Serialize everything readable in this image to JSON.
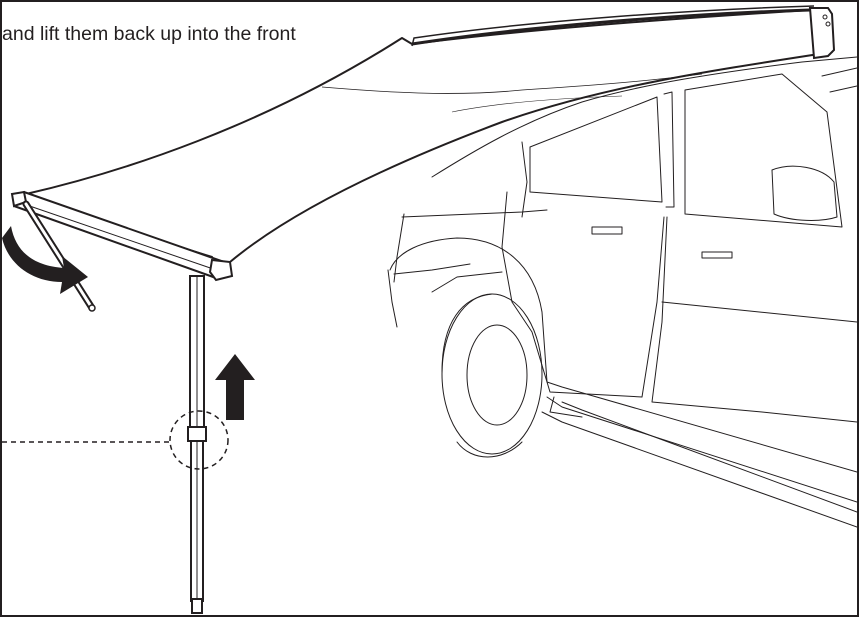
{
  "instruction": {
    "text": "and lift them back up into the front"
  },
  "illustration": {
    "subject": "vehicle awning",
    "line_color": "#231f20",
    "fill_color": "#ffffff",
    "arrow_icons": [
      "curved-arrow-icon",
      "up-arrow-icon"
    ],
    "detail_callout": "dashed-circle"
  }
}
